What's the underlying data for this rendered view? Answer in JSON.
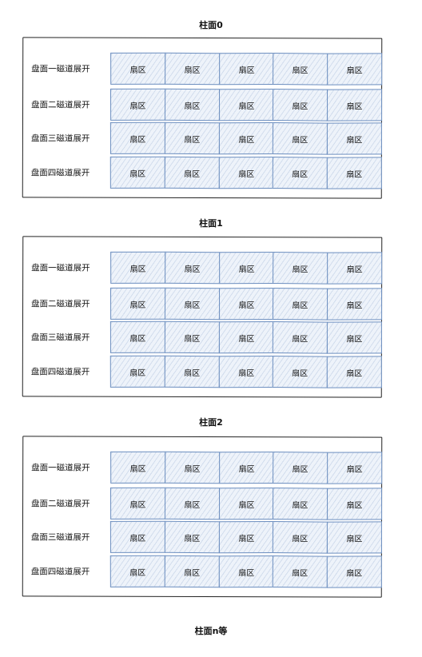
{
  "cylinders": [
    {
      "title": "柱面0"
    },
    {
      "title": "柱面1"
    },
    {
      "title": "柱面2"
    }
  ],
  "tracks": [
    "盘面一磁道展开",
    "盘面二磁道展开",
    "盘面三磁道展开",
    "盘面四磁道展开"
  ],
  "sectors": [
    "扇区",
    "扇区",
    "扇区",
    "扇区",
    "扇区"
  ],
  "footer_title": "柱面n等",
  "colors": {
    "sector_stroke": "#6c8ebf",
    "sector_fill": "#eef3fa",
    "frame_stroke": "#222222"
  }
}
